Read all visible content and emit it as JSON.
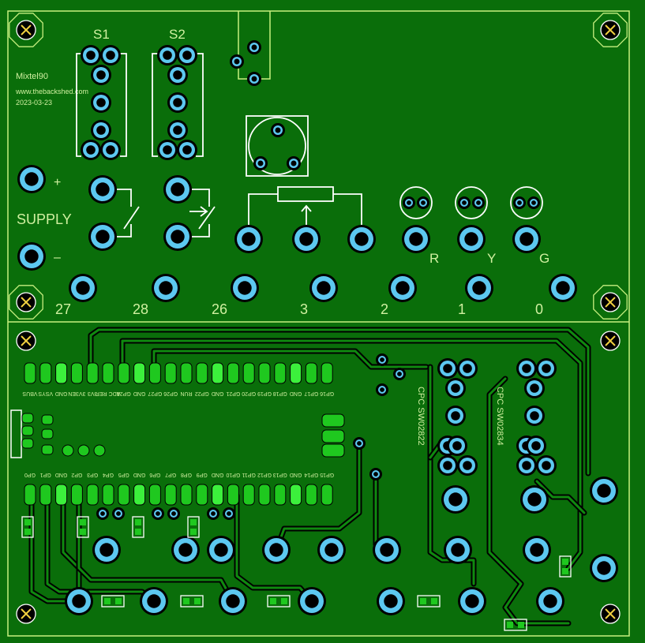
{
  "board": {
    "author": "Mixtel90",
    "website": "www.thebackshed.com",
    "date": "2023-03-23",
    "colors": {
      "board": "#0a6e0a",
      "outline": "#c8f080",
      "pad": "#5cc8f0",
      "silk": "#d0f0a0",
      "pico": "#1fc81f"
    }
  },
  "top_section": {
    "switch_labels": [
      "S1",
      "S2"
    ],
    "supply_label": "SUPPLY",
    "supply_plus": "+",
    "supply_minus": "–",
    "led_labels": [
      "R",
      "Y",
      "G"
    ],
    "pin_numbers": [
      "27",
      "28",
      "26",
      "3",
      "2",
      "1",
      "0"
    ]
  },
  "bottom_section": {
    "pico_top_pins": [
      "VBUS",
      "VSYS",
      "GND",
      "3V3EN",
      "3V3",
      "ADC REF",
      "GP28",
      "GND",
      "GP27",
      "GP26",
      "RUN",
      "GP22",
      "GND",
      "GP21",
      "GP20",
      "GP19",
      "GP18",
      "GND",
      "GP17",
      "GP16"
    ],
    "pico_bottom_pins": [
      "GP0",
      "GP1",
      "GND",
      "GP2",
      "GP3",
      "GP4",
      "GP5",
      "GND",
      "GP6",
      "GP7",
      "GP8",
      "GP9",
      "GND",
      "GP10",
      "GP11",
      "GP12",
      "GP13",
      "GND",
      "GP14",
      "GP15"
    ],
    "relay_labels": [
      "CPC SW02822",
      "CPC SW02834"
    ]
  }
}
